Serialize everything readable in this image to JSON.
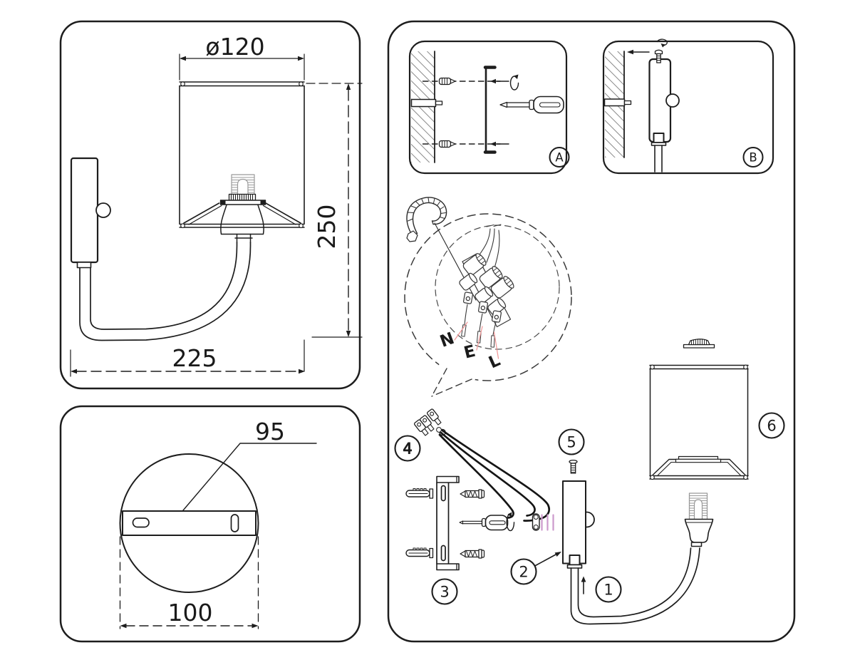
{
  "colors": {
    "line": "#1d1d1d",
    "light": "#999999",
    "leader": "#f09595",
    "wire_tick": "#cc99cc"
  },
  "side_view": {
    "dim_diameter": "ø120",
    "dim_height": "250",
    "dim_depth": "225"
  },
  "plate_view": {
    "dim_plate": "95",
    "dim_overall": "100"
  },
  "install": {
    "step_a": "A",
    "step_b": "B",
    "wire_n": "N",
    "wire_e": "E",
    "wire_l": "L",
    "part_1": "1",
    "part_2": "2",
    "part_3": "3",
    "part_4": "4",
    "part_5": "5",
    "part_6": "6"
  }
}
